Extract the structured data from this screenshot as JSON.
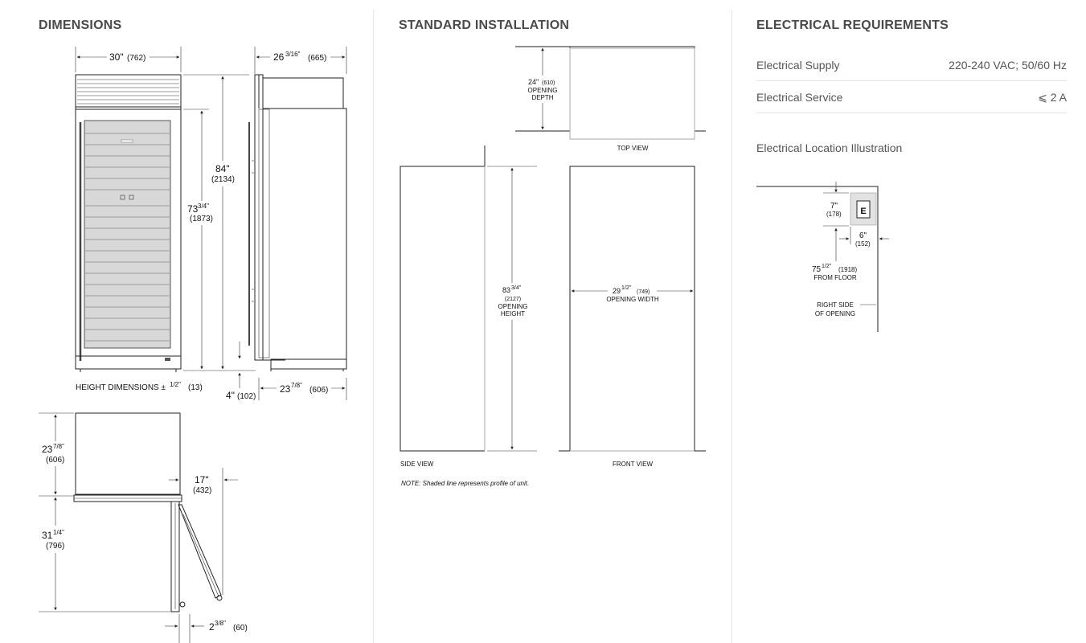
{
  "sections": {
    "dimensions": "DIMENSIONS",
    "installation": "STANDARD INSTALLATION",
    "electrical": "ELECTRICAL REQUIREMENTS"
  },
  "dimensions": {
    "width_in": "30\"",
    "width_mm": "(762)",
    "depth_in": "26",
    "depth_frac": "3/16\"",
    "depth_mm": "(665)",
    "height_in": "84\"",
    "height_mm": "(2134)",
    "door_height_in": "73",
    "door_height_frac": "3/4\"",
    "door_height_mm": "(1873)",
    "height_note": "HEIGHT DIMENSIONS ±",
    "height_note_frac": "1/2\"",
    "height_note_mm": "(13)",
    "toe_in": "4\"",
    "toe_mm": "(102)",
    "case_depth_in": "23",
    "case_depth_frac": "7/8\"",
    "case_depth_mm": "(606)",
    "top_depth_in": "23",
    "top_depth_frac": "7/8\"",
    "top_depth_mm": "(606)",
    "door_swing_in": "31",
    "door_swing_frac": "1/4\"",
    "door_swing_mm": "(796)",
    "clearance_in": "17\"",
    "clearance_mm": "(432)",
    "offset_in": "2",
    "offset_frac": "3/8\"",
    "offset_mm": "(60)"
  },
  "installation": {
    "top_depth": "24\"",
    "top_depth_mm": "(610)",
    "top_opening": "OPENING",
    "top_depth_word": "DEPTH",
    "top_view": "TOP VIEW",
    "height_in": "83",
    "height_frac": "3/4\"",
    "height_mm": "(2127)",
    "height_opening": "OPENING",
    "height_word": "HEIGHT",
    "width_in": "29",
    "width_frac": "1/2\"",
    "width_mm": "(749)",
    "width_label": "OPENING WIDTH",
    "side_view": "SIDE VIEW",
    "front_view": "FRONT VIEW",
    "note": "NOTE: Shaded line represents profile of unit."
  },
  "electrical": {
    "rows": [
      {
        "label": "Electrical Supply",
        "value": "220-240 VAC; 50/60 Hz"
      },
      {
        "label": "Electrical Service",
        "value": "⩽ 2 A"
      }
    ],
    "location_label": "Electrical Location Illustration",
    "outlet_letter": "E",
    "v_in": "7\"",
    "v_mm": "(178)",
    "h_in": "6\"",
    "h_mm": "(152)",
    "floor_in": "75",
    "floor_frac": "1/2\"",
    "floor_mm": "(1918)",
    "floor_label": "FROM FLOOR",
    "side_label_1": "RIGHT SIDE",
    "side_label_2": "OF OPENING"
  }
}
